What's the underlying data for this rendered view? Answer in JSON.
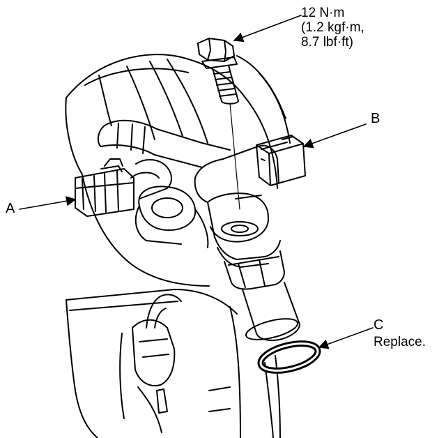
{
  "torque": {
    "line1": "12 N·m",
    "line2": "(1.2 kgf·m,",
    "line3": "8.7 lbf·ft)"
  },
  "labels": {
    "a": "A",
    "b": "B",
    "c": "C",
    "c_note": "Replace."
  },
  "colors": {
    "line": "#000000",
    "paper": "#ffffff"
  }
}
